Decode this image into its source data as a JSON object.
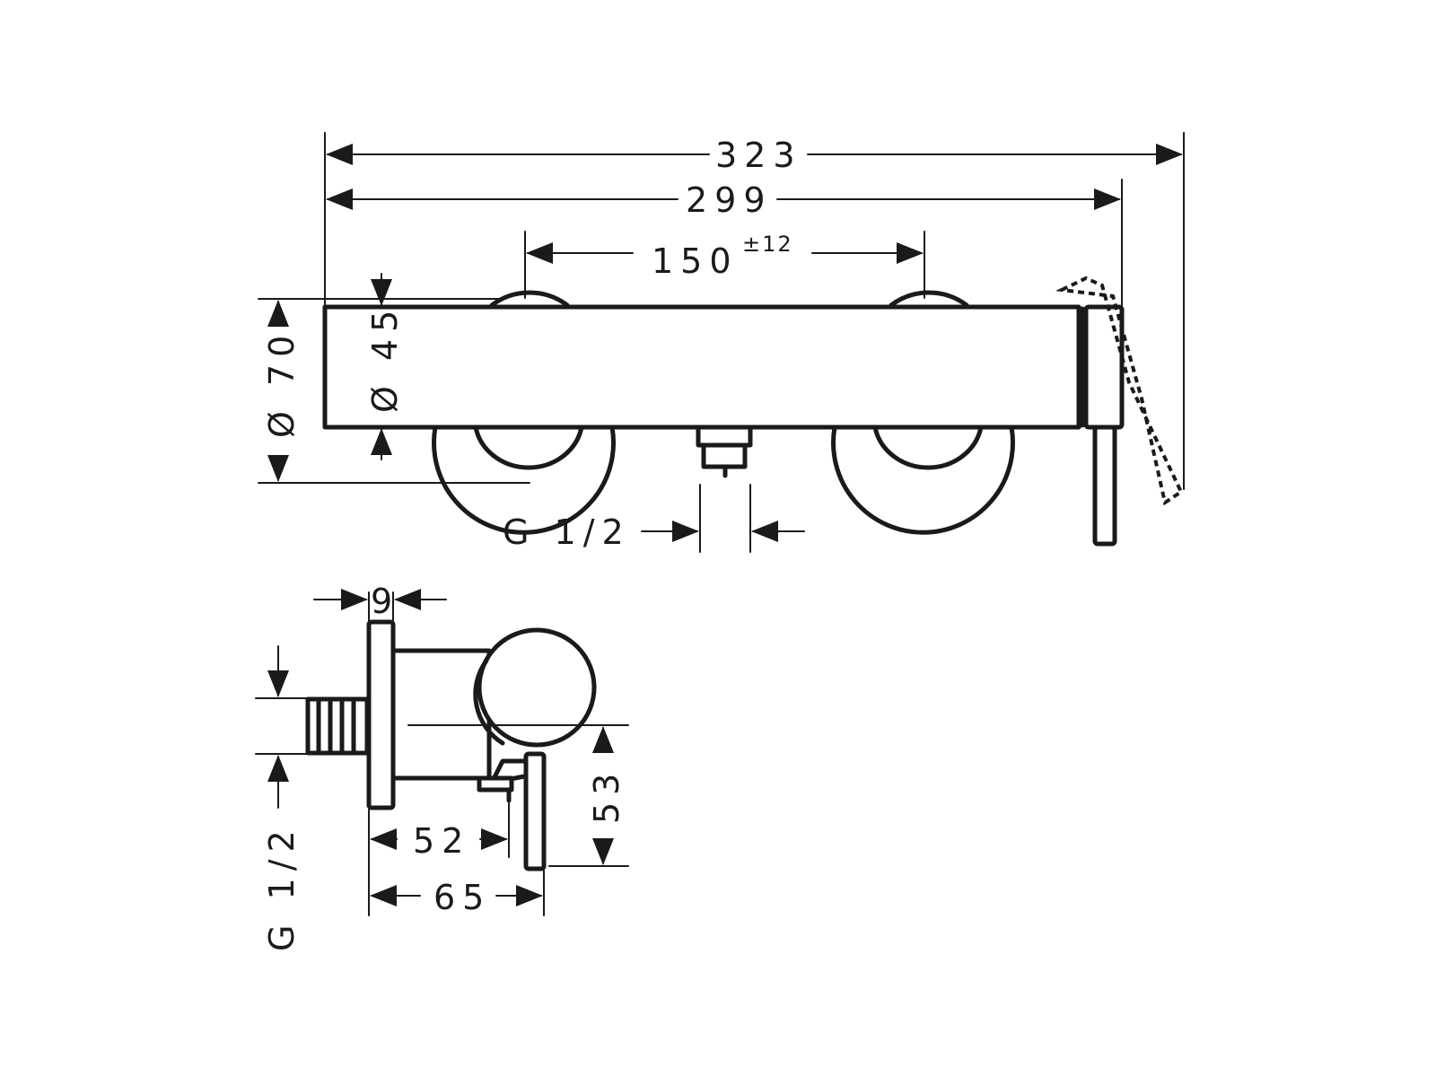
{
  "front_view": {
    "overall_width": "323",
    "body_width": "299",
    "center_distance": "150",
    "center_tolerance": "±12",
    "rosette_diameter": "Ø 70",
    "body_diameter": "Ø 45",
    "outlet_thread": "G 1/2"
  },
  "side_view": {
    "plate_thickness": "9",
    "inlet_thread": "G 1/2",
    "depth_to_outlet": "52",
    "depth_to_lever": "65",
    "height_below_axis": "53"
  },
  "colors": {
    "line": "#1a1a1a",
    "background": "#ffffff"
  }
}
